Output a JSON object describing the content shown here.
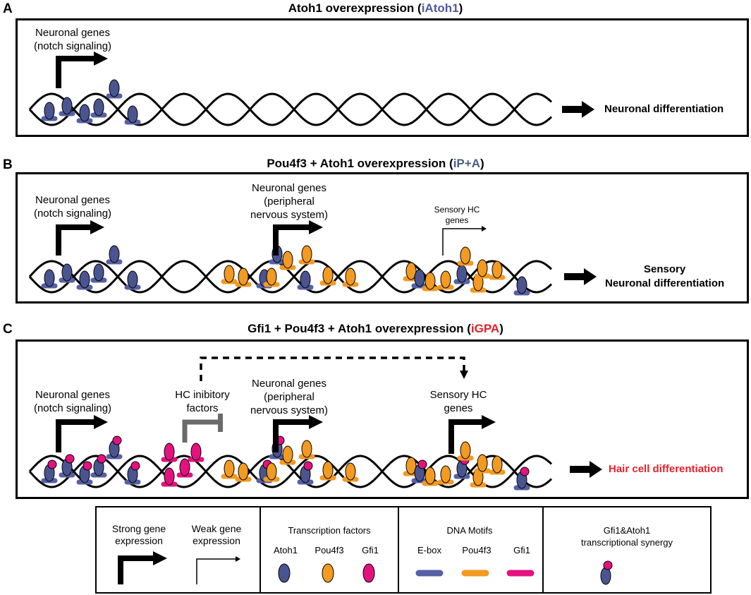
{
  "panels": {
    "A": {
      "letter": "A",
      "title_main": "Atoh1 overexpression (",
      "title_tag": "iAtoh1",
      "title_end": ")",
      "tag_color": "#4f5a9c",
      "labels": {
        "neuronal_notch": [
          "Neuronal genes",
          "(notch signaling)"
        ]
      },
      "outcome": "Neuronal differentiation"
    },
    "B": {
      "letter": "B",
      "title_main": "Pou4f3 + Atoh1 overexpression (",
      "title_tag": "iP+A",
      "title_end": ")",
      "tag_color": "#4a5e80",
      "labels": {
        "neuronal_notch": [
          "Neuronal genes",
          "(notch signaling)"
        ],
        "neuronal_pns": [
          "Neuronal genes",
          "(peripheral",
          "nervous system)"
        ],
        "sensory_hc": [
          "Sensory HC",
          "genes"
        ]
      },
      "outcome": [
        "Sensory",
        "Neuronal differentiation"
      ]
    },
    "C": {
      "letter": "C",
      "title_main": "Gfi1 + Pou4f3 + Atoh1 overexpression (",
      "title_tag": "iGPA",
      "title_end": ")",
      "tag_color": "#e8202a",
      "labels": {
        "neuronal_notch": [
          "Neuronal genes",
          "(notch signaling)"
        ],
        "hc_inhibitory": [
          "HC inibitory",
          "factors"
        ],
        "neuronal_pns": [
          "Neuronal genes",
          "(peripheral",
          "nervous system)"
        ],
        "sensory_hc": [
          "Sensory HC",
          "genes"
        ]
      },
      "outcome": "Hair cell differentiation",
      "outcome_color": "#e8202a"
    }
  },
  "legend": {
    "strong": [
      "Strong gene",
      "expression"
    ],
    "weak": [
      "Weak gene",
      "expression"
    ],
    "tf_title": "Transcription factors",
    "tf_items": [
      "Atoh1",
      "Pou4f3",
      "Gfi1"
    ],
    "motif_title": "DNA Motifs",
    "motif_items": [
      "E-box",
      "Pou4f3",
      "Gfi1"
    ],
    "synergy": [
      "Gfi1&Atoh1",
      "transcriptional synergy"
    ]
  },
  "colors": {
    "atoh1": "#4a5590",
    "pou4f3": "#f29a22",
    "gfi1": "#e4127f",
    "ebox": "#5560a5",
    "inhibitory_arrow": "#6b6b6b"
  }
}
